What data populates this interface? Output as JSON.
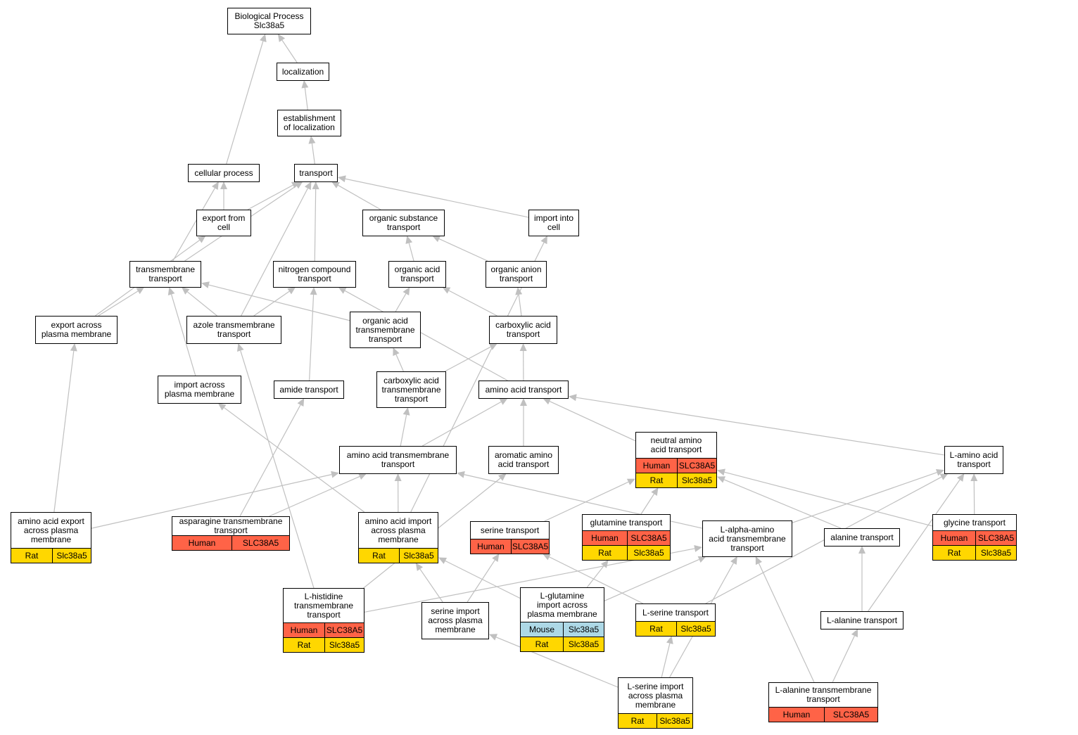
{
  "colors": {
    "edge": "#c0c0c0",
    "human": "#ff6347",
    "rat": "#ffd700",
    "mouse": "#add8e6"
  },
  "nodes": {
    "bp": {
      "label": "Biological Process\nSlc38a5"
    },
    "localization": {
      "label": "localization"
    },
    "establishment": {
      "label": "establishment\nof localization"
    },
    "cellular_process": {
      "label": "cellular process"
    },
    "transport": {
      "label": "transport"
    },
    "export_from_cell": {
      "label": "export from\ncell"
    },
    "organic_substance_transport": {
      "label": "organic substance\ntransport"
    },
    "import_into_cell": {
      "label": "import into\ncell"
    },
    "transmembrane_transport": {
      "label": "transmembrane\ntransport"
    },
    "nitrogen_compound_transport": {
      "label": "nitrogen compound\ntransport"
    },
    "organic_acid_transport": {
      "label": "organic acid\ntransport"
    },
    "organic_anion_transport": {
      "label": "organic anion\ntransport"
    },
    "export_across_pm": {
      "label": "export across\nplasma membrane"
    },
    "azole_tm_transport": {
      "label": "azole transmembrane\ntransport"
    },
    "organic_acid_tm_transport": {
      "label": "organic acid\ntransmembrane\ntransport"
    },
    "carboxylic_acid_transport": {
      "label": "carboxylic acid\ntransport"
    },
    "import_across_pm": {
      "label": "import across\nplasma membrane"
    },
    "amide_transport": {
      "label": "amide transport"
    },
    "carboxylic_acid_tm_transport": {
      "label": "carboxylic acid\ntransmembrane\ntransport"
    },
    "amino_acid_transport": {
      "label": "amino acid transport"
    },
    "amino_acid_tm_transport": {
      "label": "amino acid transmembrane\ntransport"
    },
    "aromatic_amino_acid_transport": {
      "label": "aromatic amino\nacid transport"
    },
    "neutral_amino_acid_transport": {
      "label": "neutral amino\nacid transport",
      "rows": [
        [
          "Human",
          "SLC38A5"
        ],
        [
          "Rat",
          "Slc38a5"
        ]
      ]
    },
    "l_amino_acid_transport": {
      "label": "L-amino acid\ntransport"
    },
    "amino_acid_export_across_pm": {
      "label": "amino acid export\nacross plasma\nmembrane",
      "rows": [
        [
          "Rat",
          "Slc38a5"
        ]
      ]
    },
    "asparagine_tm_transport": {
      "label": "asparagine transmembrane\ntransport",
      "rows": [
        [
          "Human",
          "SLC38A5"
        ]
      ]
    },
    "amino_acid_import_across_pm": {
      "label": "amino acid import\nacross plasma\nmembrane",
      "rows": [
        [
          "Rat",
          "Slc38a5"
        ]
      ]
    },
    "serine_transport": {
      "label": "serine transport",
      "rows": [
        [
          "Human",
          "SLC38A5"
        ]
      ]
    },
    "glutamine_transport": {
      "label": "glutamine transport",
      "rows": [
        [
          "Human",
          "SLC38A5"
        ],
        [
          "Rat",
          "Slc38a5"
        ]
      ]
    },
    "l_alpha_amino_acid_tm_transport": {
      "label": "L-alpha-amino\nacid transmembrane\ntransport"
    },
    "alanine_transport": {
      "label": "alanine transport"
    },
    "glycine_transport": {
      "label": "glycine transport",
      "rows": [
        [
          "Human",
          "SLC38A5"
        ],
        [
          "Rat",
          "Slc38a5"
        ]
      ]
    },
    "l_histidine_tm_transport": {
      "label": "L-histidine\ntransmembrane\ntransport",
      "rows": [
        [
          "Human",
          "SLC38A5"
        ],
        [
          "Rat",
          "Slc38a5"
        ]
      ]
    },
    "serine_import_across_pm": {
      "label": "serine import\nacross plasma\nmembrane"
    },
    "l_glutamine_import_across_pm": {
      "label": "L-glutamine\nimport across\nplasma membrane",
      "rows": [
        [
          "Mouse",
          "Slc38a5"
        ],
        [
          "Rat",
          "Slc38a5"
        ]
      ]
    },
    "l_serine_transport": {
      "label": "L-serine transport",
      "rows": [
        [
          "Rat",
          "Slc38a5"
        ]
      ]
    },
    "l_alanine_transport": {
      "label": "L-alanine transport"
    },
    "l_serine_import_across_pm": {
      "label": "L-serine import\nacross plasma\nmembrane",
      "rows": [
        [
          "Rat",
          "Slc38a5"
        ]
      ]
    },
    "l_alanine_tm_transport": {
      "label": "L-alanine transmembrane\ntransport",
      "rows": [
        [
          "Human",
          "SLC38A5"
        ]
      ]
    }
  },
  "edges": [
    [
      "localization",
      "bp"
    ],
    [
      "cellular_process",
      "bp"
    ],
    [
      "establishment",
      "localization"
    ],
    [
      "transport",
      "establishment"
    ],
    [
      "export_from_cell",
      "cellular_process"
    ],
    [
      "transmembrane_transport",
      "cellular_process"
    ],
    [
      "export_from_cell",
      "transport"
    ],
    [
      "organic_substance_transport",
      "transport"
    ],
    [
      "import_into_cell",
      "transport"
    ],
    [
      "transmembrane_transport",
      "transport"
    ],
    [
      "nitrogen_compound_transport",
      "transport"
    ],
    [
      "azole_tm_transport",
      "transport"
    ],
    [
      "organic_acid_transport",
      "organic_substance_transport"
    ],
    [
      "organic_anion_transport",
      "organic_substance_transport"
    ],
    [
      "export_across_pm",
      "export_from_cell"
    ],
    [
      "export_across_pm",
      "transmembrane_transport"
    ],
    [
      "azole_tm_transport",
      "transmembrane_transport"
    ],
    [
      "organic_acid_tm_transport",
      "transmembrane_transport"
    ],
    [
      "import_across_pm",
      "transmembrane_transport"
    ],
    [
      "azole_tm_transport",
      "nitrogen_compound_transport"
    ],
    [
      "amide_transport",
      "nitrogen_compound_transport"
    ],
    [
      "amino_acid_transport",
      "nitrogen_compound_transport"
    ],
    [
      "organic_acid_tm_transport",
      "organic_acid_transport"
    ],
    [
      "carboxylic_acid_transport",
      "organic_acid_transport"
    ],
    [
      "carboxylic_acid_transport",
      "organic_anion_transport"
    ],
    [
      "carboxylic_acid_tm_transport",
      "organic_acid_tm_transport"
    ],
    [
      "carboxylic_acid_tm_transport",
      "carboxylic_acid_transport"
    ],
    [
      "amino_acid_transport",
      "carboxylic_acid_transport"
    ],
    [
      "amino_acid_tm_transport",
      "carboxylic_acid_tm_transport"
    ],
    [
      "amino_acid_tm_transport",
      "amino_acid_transport"
    ],
    [
      "aromatic_amino_acid_transport",
      "amino_acid_transport"
    ],
    [
      "neutral_amino_acid_transport",
      "amino_acid_transport"
    ],
    [
      "l_amino_acid_transport",
      "amino_acid_transport"
    ],
    [
      "amino_acid_export_across_pm",
      "export_across_pm"
    ],
    [
      "amino_acid_export_across_pm",
      "amino_acid_tm_transport"
    ],
    [
      "asparagine_tm_transport",
      "amide_transport"
    ],
    [
      "asparagine_tm_transport",
      "amino_acid_tm_transport"
    ],
    [
      "amino_acid_import_across_pm",
      "import_across_pm"
    ],
    [
      "amino_acid_import_across_pm",
      "amino_acid_tm_transport"
    ],
    [
      "amino_acid_import_across_pm",
      "import_into_cell"
    ],
    [
      "l_alpha_amino_acid_tm_transport",
      "amino_acid_tm_transport"
    ],
    [
      "serine_transport",
      "neutral_amino_acid_transport"
    ],
    [
      "glutamine_transport",
      "neutral_amino_acid_transport"
    ],
    [
      "alanine_transport",
      "neutral_amino_acid_transport"
    ],
    [
      "glycine_transport",
      "neutral_amino_acid_transport"
    ],
    [
      "glycine_transport",
      "l_amino_acid_transport"
    ],
    [
      "l_alpha_amino_acid_tm_transport",
      "l_amino_acid_transport"
    ],
    [
      "l_histidine_tm_transport",
      "azole_tm_transport"
    ],
    [
      "l_histidine_tm_transport",
      "aromatic_amino_acid_transport"
    ],
    [
      "l_histidine_tm_transport",
      "l_alpha_amino_acid_tm_transport"
    ],
    [
      "serine_import_across_pm",
      "serine_transport"
    ],
    [
      "serine_import_across_pm",
      "amino_acid_import_across_pm"
    ],
    [
      "l_glutamine_import_across_pm",
      "glutamine_transport"
    ],
    [
      "l_glutamine_import_across_pm",
      "amino_acid_import_across_pm"
    ],
    [
      "l_glutamine_import_across_pm",
      "l_alpha_amino_acid_tm_transport"
    ],
    [
      "l_serine_transport",
      "serine_transport"
    ],
    [
      "l_serine_transport",
      "l_amino_acid_transport"
    ],
    [
      "l_alanine_transport",
      "alanine_transport"
    ],
    [
      "l_alanine_transport",
      "l_amino_acid_transport"
    ],
    [
      "l_serine_import_across_pm",
      "serine_import_across_pm"
    ],
    [
      "l_serine_import_across_pm",
      "l_serine_transport"
    ],
    [
      "l_serine_import_across_pm",
      "l_alpha_amino_acid_tm_transport"
    ],
    [
      "l_alanine_tm_transport",
      "l_alpha_amino_acid_tm_transport"
    ],
    [
      "l_alanine_tm_transport",
      "l_alanine_transport"
    ]
  ]
}
